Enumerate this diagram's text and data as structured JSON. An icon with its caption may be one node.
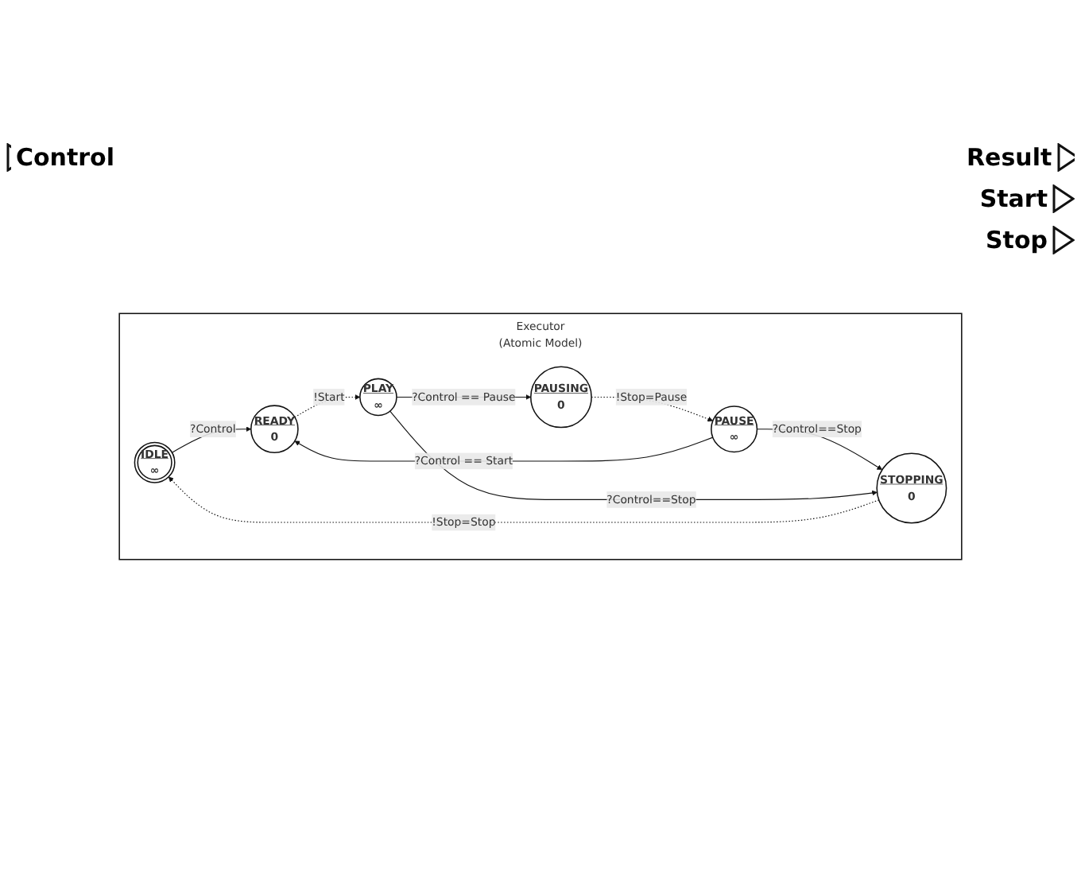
{
  "diagram": {
    "nodes": [
      {
        "text": [
          "Executor",
          "(Atomic Model)"
        ]
      },
      {
        "text": [
          "IDLE",
          "∞"
        ],
        "in": 0
      },
      {
        "text": [
          "READY",
          "0"
        ],
        "in": 0
      },
      {
        "text": [
          "PLAY",
          "∞"
        ],
        "in": 0
      },
      {
        "text": [
          "STOPPING",
          "0"
        ],
        "in": 0
      },
      {
        "text": [
          "PAUSE",
          "∞"
        ],
        "in": 0
      },
      {
        "text": [
          "PAUSING",
          "0"
        ],
        "in": 0
      }
    ],
    "edges": [
      {
        "from": 1,
        "to": 2,
        "label": "?Control",
        "arrow": "to"
      },
      {
        "from": 2,
        "to": 3,
        "label": "!Start",
        "arrow": "to",
        "style": "dashed"
      },
      {
        "from": 3,
        "to": 6,
        "label": "?Control == Pause",
        "arrow": "to"
      },
      {
        "from": 6,
        "to": 5,
        "label": "!Stop=Pause",
        "arrow": "to",
        "style": "dashed"
      },
      {
        "from": 5,
        "to": 4,
        "label": "?Control==Stop",
        "arrow": "to"
      },
      {
        "from": 5,
        "to": 2,
        "label": "?Control == Start",
        "arrow": "to"
      },
      {
        "from": 4,
        "to": 1,
        "label": "!Stop=Stop",
        "arrow": "to",
        "style": "dashed"
      },
      {
        "from": 3,
        "to": 4,
        "label": "?Control==Stop",
        "arrow": "to"
      }
    ],
    "labels": [
      "Control",
      "Result",
      "Start",
      "Stop"
    ]
  }
}
